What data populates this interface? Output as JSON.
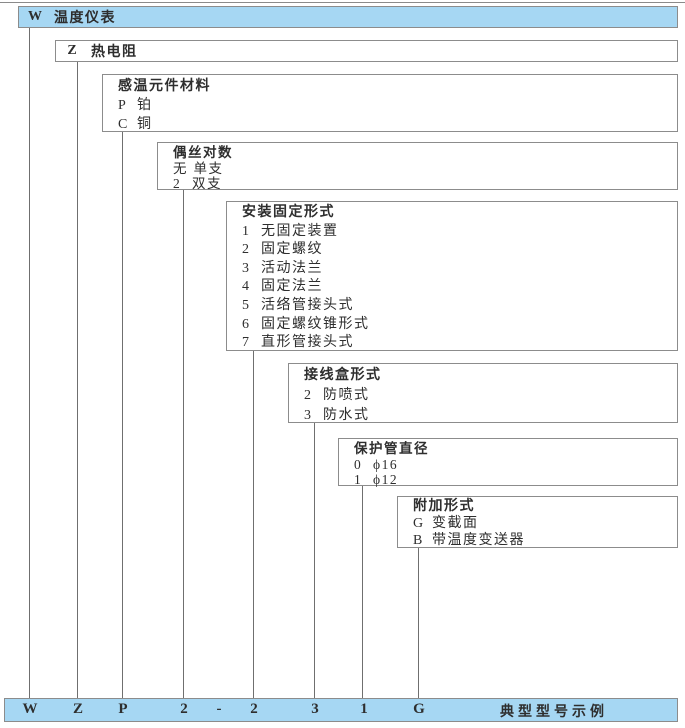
{
  "palette": {
    "band_blue": "#a6d7f3",
    "border_gray": "#8c8c8c",
    "line_gray": "#6f6f6f",
    "text_dark": "#2e2e2e"
  },
  "diagram": {
    "boxes": [
      {
        "id": "instrument",
        "code": "W",
        "title": "温度仪表"
      },
      {
        "id": "sensor-type",
        "code": "Z",
        "title": "热电阻"
      },
      {
        "id": "element-material",
        "title": "感温元件材料",
        "items": [
          {
            "code": "P",
            "label": "铂"
          },
          {
            "code": "C",
            "label": "铜"
          }
        ]
      },
      {
        "id": "wire-pairs",
        "title": "偶丝对数",
        "items": [
          {
            "code": "无",
            "label": "单支"
          },
          {
            "code": "2",
            "label": "双支"
          }
        ]
      },
      {
        "id": "mounting-form",
        "title": "安装固定形式",
        "items": [
          {
            "code": "1",
            "label": "无固定装置"
          },
          {
            "code": "2",
            "label": "固定螺纹"
          },
          {
            "code": "3",
            "label": "活动法兰"
          },
          {
            "code": "4",
            "label": "固定法兰"
          },
          {
            "code": "5",
            "label": "活络管接头式"
          },
          {
            "code": "6",
            "label": "固定螺纹锥形式"
          },
          {
            "code": "7",
            "label": "直形管接头式"
          }
        ]
      },
      {
        "id": "junction-box-form",
        "title": "接线盒形式",
        "items": [
          {
            "code": "2",
            "label": "防喷式"
          },
          {
            "code": "3",
            "label": "防水式"
          }
        ]
      },
      {
        "id": "tube-diameter",
        "title": "保护管直径",
        "items": [
          {
            "code": "0",
            "label": "ϕ16"
          },
          {
            "code": "1",
            "label": "ϕ12"
          }
        ]
      },
      {
        "id": "additional-form",
        "title": "附加形式",
        "items": [
          {
            "code": "G",
            "label": "变截面"
          },
          {
            "code": "B",
            "label": "带温度变送器"
          }
        ]
      }
    ],
    "example_bar": {
      "codes": [
        "W",
        "Z",
        "P",
        "2",
        "-",
        "2",
        "3",
        "1",
        "G"
      ],
      "caption": "典型型号示例"
    }
  }
}
